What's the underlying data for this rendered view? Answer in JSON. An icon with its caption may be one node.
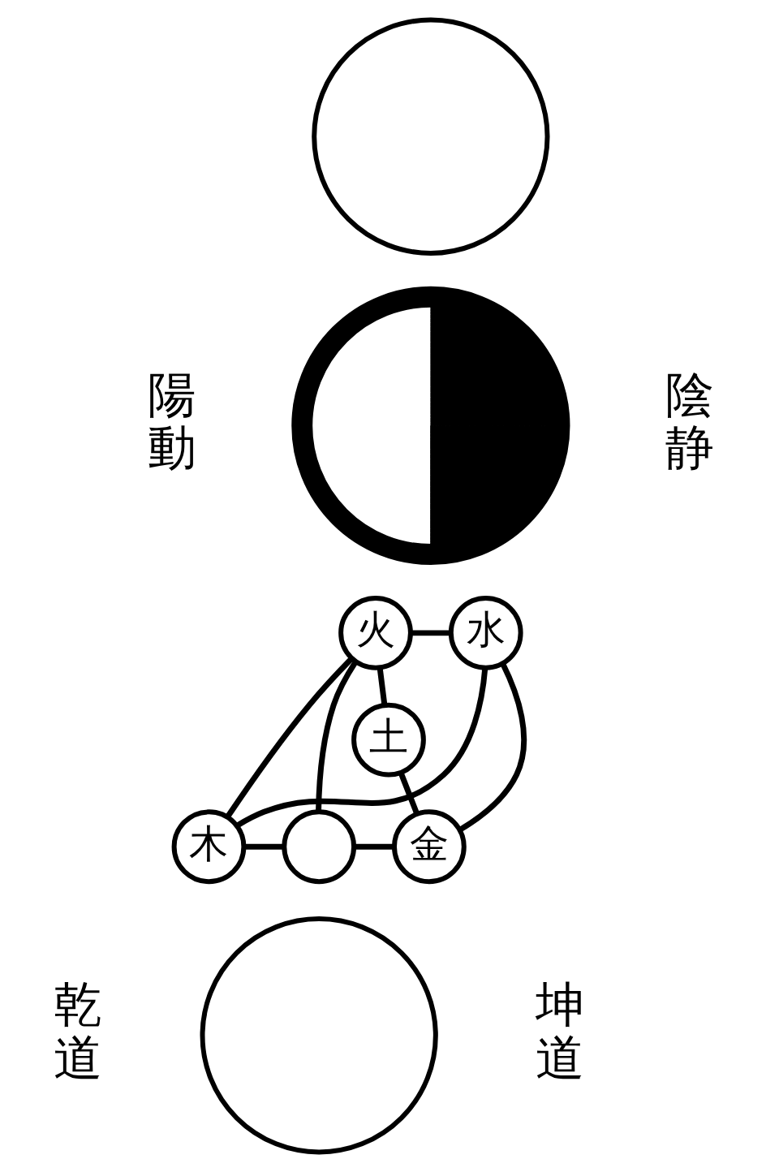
{
  "diagram": {
    "nodes": [
      {
        "text": [],
        "shape": "circle"
      },
      {
        "text": [],
        "shape": "circle",
        "beside": [
          "陽動",
          "陰静"
        ]
      },
      {
        "text": [
          "火"
        ]
      },
      {
        "text": [
          "水"
        ]
      },
      {
        "text": [
          "土"
        ]
      },
      {
        "text": [
          "木"
        ]
      },
      {
        "text": [],
        "shape": "circle"
      },
      {
        "text": [
          "金"
        ]
      },
      {
        "text": [],
        "shape": "circle",
        "beside": [
          "乾道",
          "坤道"
        ]
      }
    ],
    "edges": [
      {
        "from": 2,
        "to": 3,
        "arrow": "none"
      },
      {
        "from": 2,
        "to": 5,
        "arrow": "none"
      },
      {
        "from": 2,
        "to": 4,
        "arrow": "none"
      },
      {
        "from": 2,
        "to": 6,
        "arrow": "none"
      },
      {
        "from": 3,
        "to": 5,
        "arrow": "none"
      },
      {
        "from": 3,
        "to": 7,
        "arrow": "none"
      },
      {
        "from": 4,
        "to": 7,
        "arrow": "none"
      },
      {
        "from": 5,
        "to": 6,
        "arrow": "none"
      },
      {
        "from": 6,
        "to": 7,
        "arrow": "none"
      }
    ]
  }
}
